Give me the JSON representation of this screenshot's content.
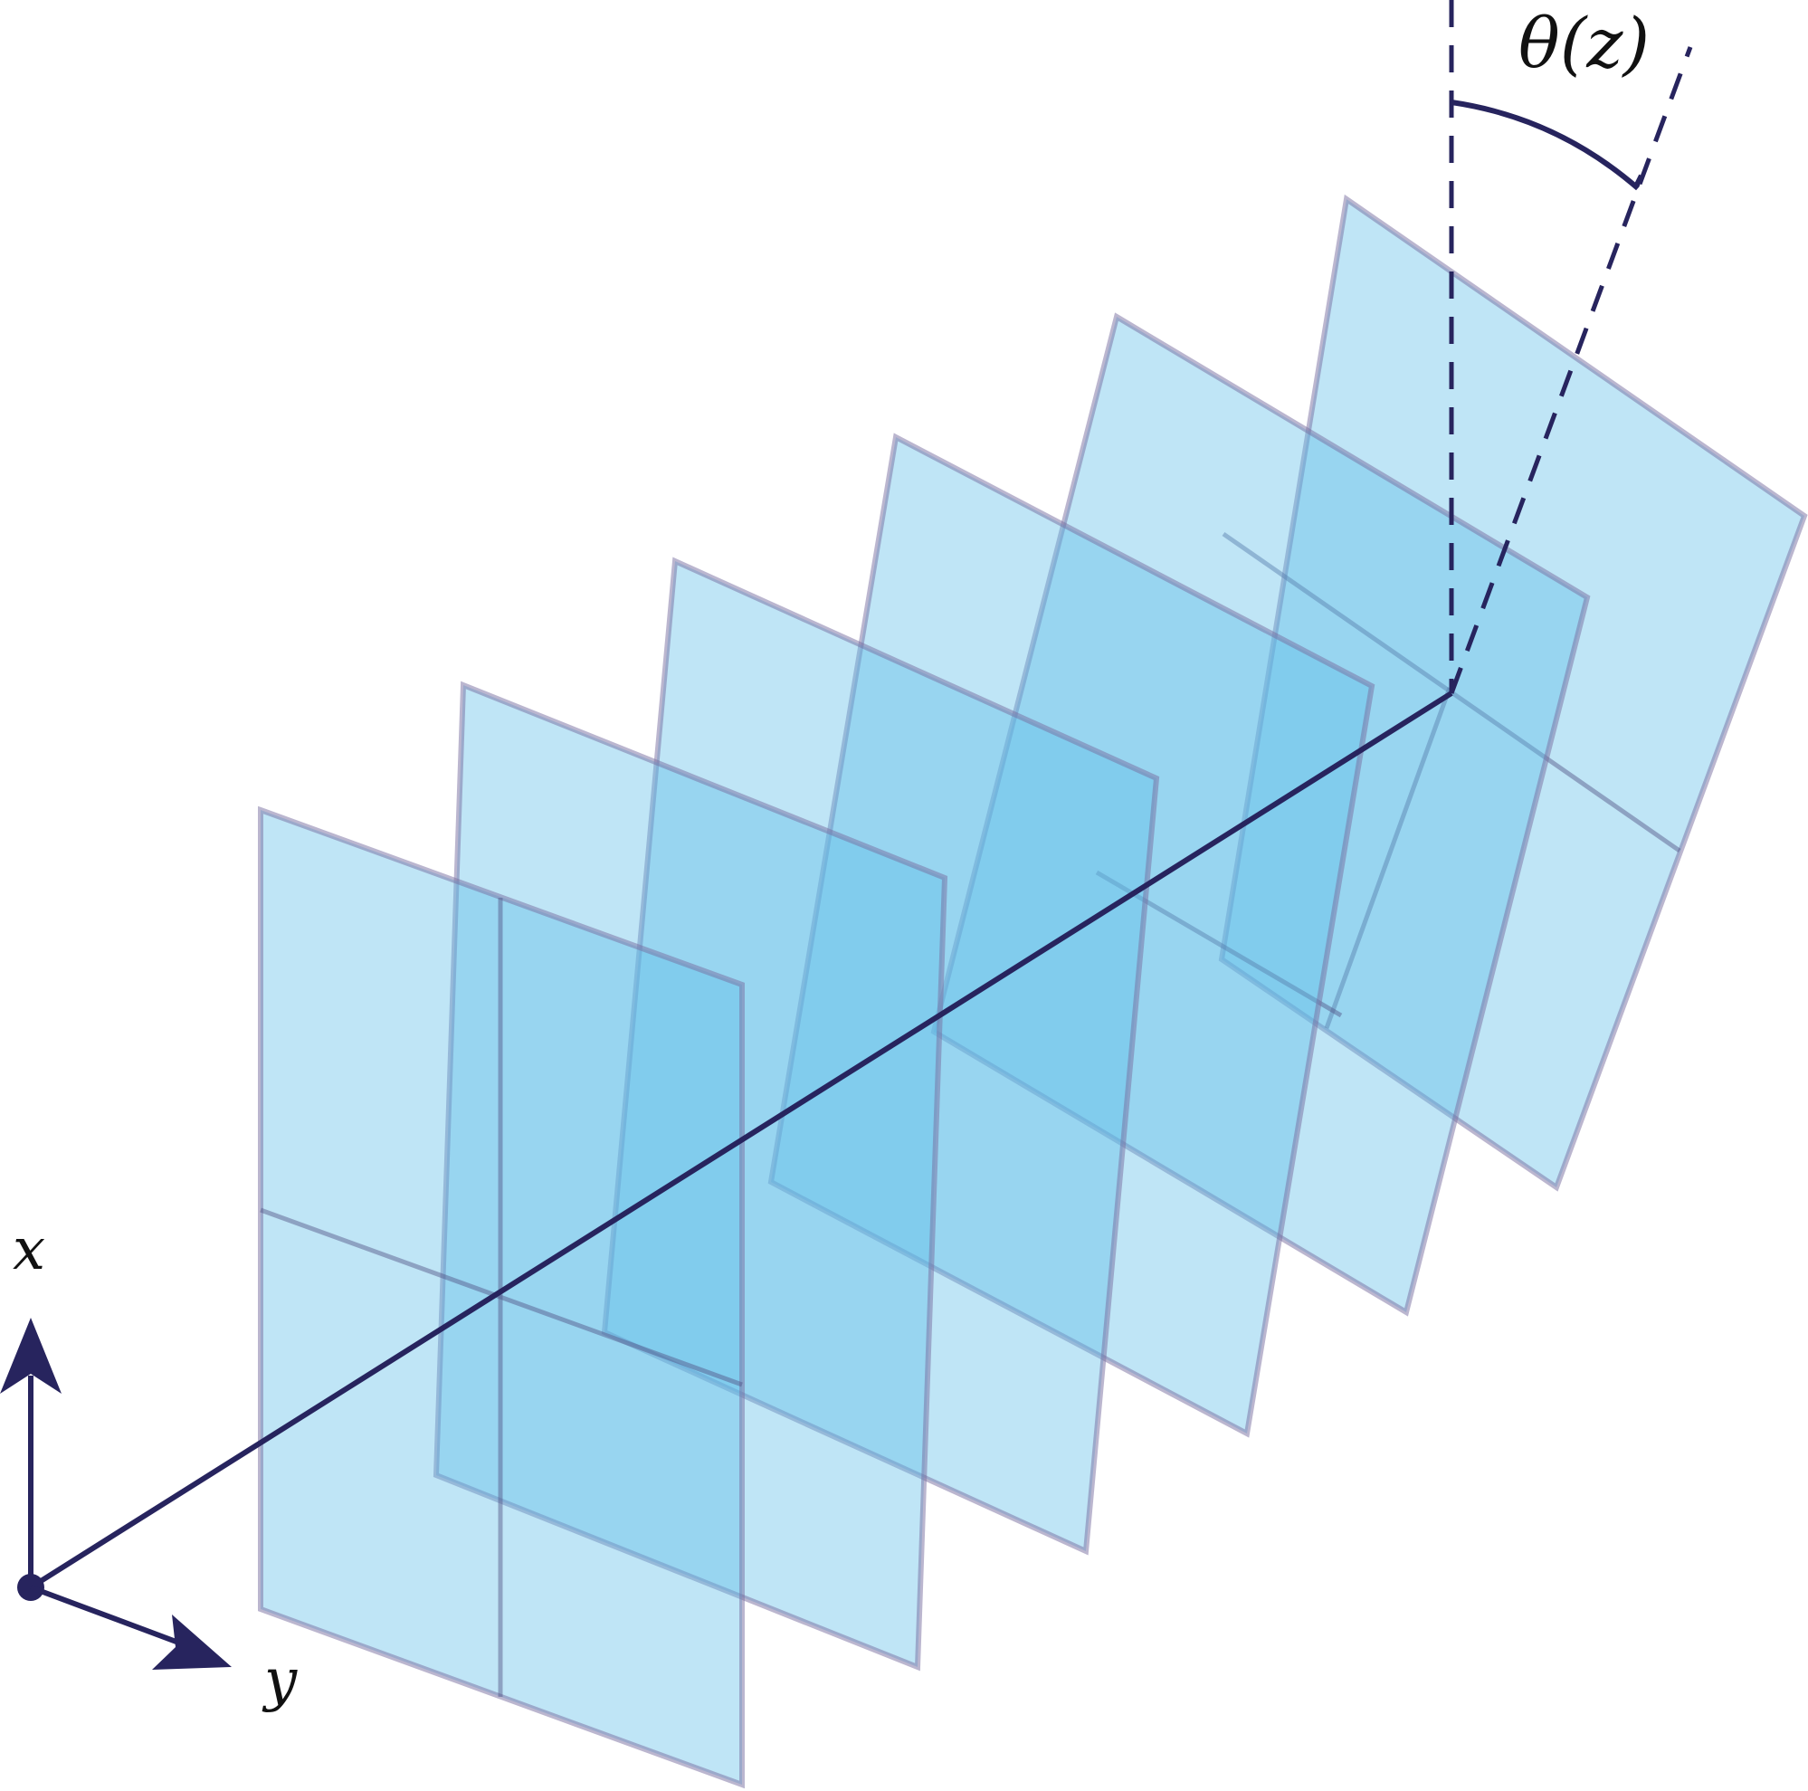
{
  "figure": {
    "planes_count": 6,
    "colors": {
      "plane_fill": "#5fbee8",
      "plane_edge": "#786ea0",
      "axis": "#27245e"
    },
    "labels": {
      "x_axis": "x",
      "y_axis": "y",
      "angle": "θ(z)"
    }
  }
}
